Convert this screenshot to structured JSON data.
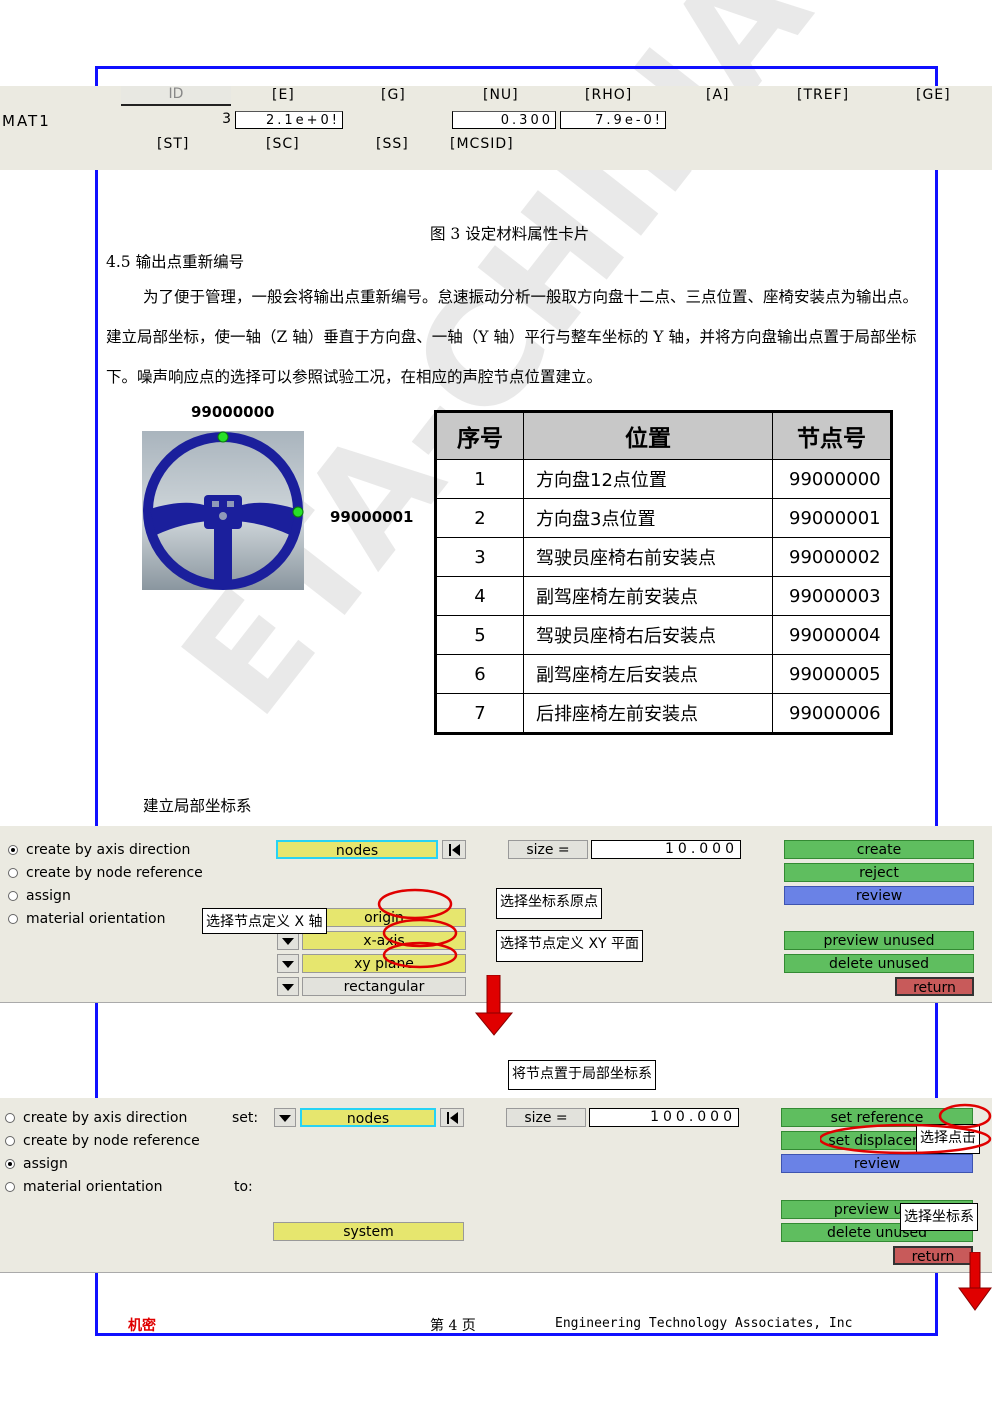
{
  "mat_card": {
    "row_label": "MAT1",
    "headers": [
      "ID",
      "[E]",
      "[G]",
      "[NU]",
      "[RHO]",
      "[A]",
      "[TREF]",
      "[GE]"
    ],
    "id_value": "3",
    "e_value": "2.1e+0!",
    "nu_value": "0.300",
    "rho_value": "7.9e-0!",
    "headers2": [
      "[ST]",
      "[SC]",
      "[SS]",
      "[MCSID]"
    ]
  },
  "doc": {
    "figure_caption": "图 3 设定材料属性卡片",
    "section_heading": "4.5 输出点重新编号",
    "paragraph": "为了便于管理，一般会将输出点重新编号。怠速振动分析一般取方向盘十二点、三点位置、座椅安装点为输出点。建立局部坐标，使一轴（Z 轴）垂直于方向盘、一轴（Y 轴）平行与整车坐标的 Y 轴，并将方向盘输出点置于局部坐标下。噪声响应点的选择可以参照试验工况，在相应的声腔节点位置建立。",
    "wheel_label_top": "99000000",
    "wheel_label_right": "99000001",
    "subheading": "建立局部坐标系",
    "watermark": "ETA-CHINA"
  },
  "points_table": {
    "headers": [
      "序号",
      "位置",
      "节点号"
    ],
    "rows": [
      [
        "1",
        "方向盘12点位置",
        "99000000"
      ],
      [
        "2",
        "方向盘3点位置",
        "99000001"
      ],
      [
        "3",
        "驾驶员座椅右前安装点",
        "99000002"
      ],
      [
        "4",
        "副驾座椅左前安装点",
        "99000003"
      ],
      [
        "5",
        "驾驶员座椅右后安装点",
        "99000004"
      ],
      [
        "6",
        "副驾座椅左后安装点",
        "99000005"
      ],
      [
        "7",
        "后排座椅左前安装点",
        "99000006"
      ]
    ]
  },
  "panel1": {
    "radios": [
      "create by axis direction",
      "create by node reference",
      "assign",
      "material orientation"
    ],
    "selected_index": 0,
    "nodes_label": "nodes",
    "size_label": "size =",
    "size_value": "10.000",
    "origin_label": "origin",
    "xaxis_label": "x-axis",
    "xyplane_label": "xy plane",
    "rect_label": "rectangular",
    "create_label": "create",
    "reject_label": "reject",
    "review_label": "review",
    "preview_unused_label": "preview unused",
    "delete_unused_label": "delete unused",
    "return_label": "return",
    "callout_x_axis": "选择节点定义 X 轴",
    "callout_origin": "选择坐标系原点",
    "callout_xy": "选择节点定义 XY 平面"
  },
  "transition_callout": "将节点置于局部坐标系",
  "panel2": {
    "radios": [
      "create by axis direction",
      "create by node reference",
      "assign",
      "material orientation"
    ],
    "selected_index": 2,
    "set_label": "set:",
    "to_label": "to:",
    "nodes_label": "nodes",
    "size_label": "size =",
    "size_value": "100.000",
    "system_label": "system",
    "set_reference_label": "set reference",
    "set_displacement_label": "set displacem",
    "review_label": "review",
    "preview_unused_label": "preview unu",
    "delete_unused_label": "delete unused",
    "return_label": "return",
    "callout_click": "选择点击",
    "callout_system": "选择坐标系"
  },
  "footer": {
    "confidential": "机密",
    "page": "第 4 页",
    "company": "Engineering Technology Associates, Inc"
  },
  "colors": {
    "frame": "#1010ff",
    "panel_bg": "#ebeae1",
    "green_button": "#5fbe5f",
    "blue_button": "#6a82e6",
    "red_button": "#c85a5a",
    "yellow_button": "#e6e66e",
    "annotation_red": "#e00000"
  }
}
